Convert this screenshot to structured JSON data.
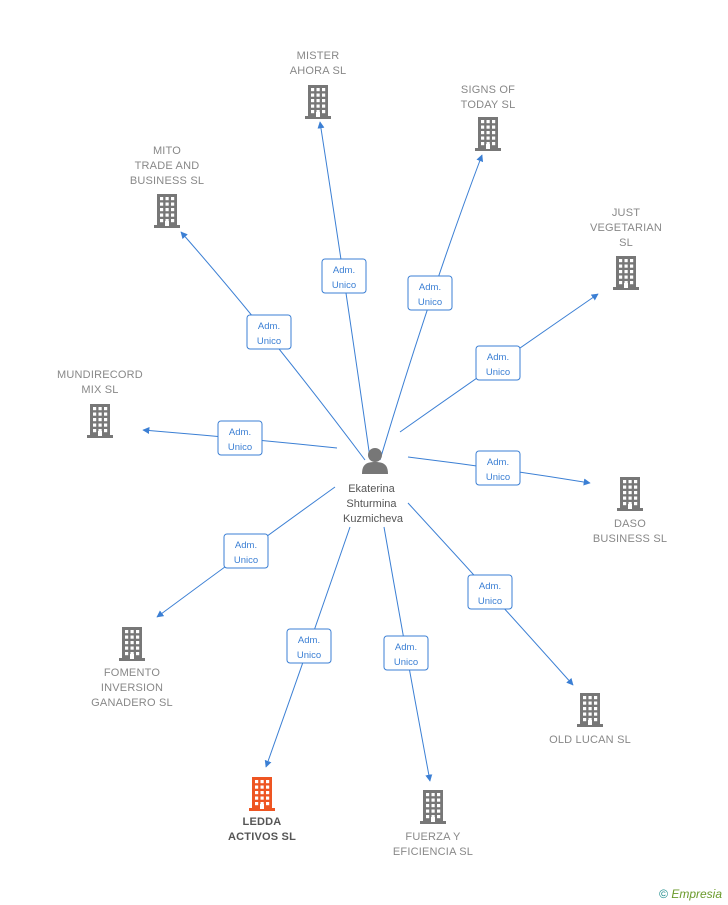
{
  "center": {
    "name_lines": [
      "Ekaterina",
      "Shturmina",
      "Kuzmicheva"
    ],
    "icon": "person-icon"
  },
  "colors": {
    "edge": "#3b7fd4",
    "building": "#777777",
    "highlight": "#ee5522"
  },
  "companies": [
    {
      "id": "mister-ahora",
      "lines": [
        "MISTER",
        "AHORA  SL"
      ],
      "role": [
        "Adm.",
        "Unico"
      ],
      "highlight": false
    },
    {
      "id": "signs-of-today",
      "lines": [
        "SIGNS OF",
        "TODAY  SL"
      ],
      "role": [
        "Adm.",
        "Unico"
      ],
      "highlight": false
    },
    {
      "id": "mito-trade",
      "lines": [
        "MITO",
        "TRADE AND",
        "BUSINESS  SL"
      ],
      "role": [
        "Adm.",
        "Unico"
      ],
      "highlight": false
    },
    {
      "id": "just-vegetarian",
      "lines": [
        "JUST",
        "VEGETARIAN",
        "SL"
      ],
      "role": [
        "Adm.",
        "Unico"
      ],
      "highlight": false
    },
    {
      "id": "mundirecord-mix",
      "lines": [
        "MUNDIRECORD",
        "MIX  SL"
      ],
      "role": [
        "Adm.",
        "Unico"
      ],
      "highlight": false
    },
    {
      "id": "daso-business",
      "lines": [
        "DASO",
        "BUSINESS  SL"
      ],
      "role": [
        "Adm.",
        "Unico"
      ],
      "highlight": false
    },
    {
      "id": "fomento-inversion",
      "lines": [
        "FOMENTO",
        "INVERSION",
        "GANADERO  SL"
      ],
      "role": [
        "Adm.",
        "Unico"
      ],
      "highlight": false
    },
    {
      "id": "old-lucan",
      "lines": [
        "OLD LUCAN  SL"
      ],
      "role": [
        "Adm.",
        "Unico"
      ],
      "highlight": false
    },
    {
      "id": "ledda-activos",
      "lines": [
        "LEDDA",
        "ACTIVOS  SL"
      ],
      "role": [
        "Adm.",
        "Unico"
      ],
      "highlight": true
    },
    {
      "id": "fuerza-eficiencia",
      "lines": [
        "FUERZA Y",
        "EFICIENCIA  SL"
      ],
      "role": [
        "Adm.",
        "Unico"
      ],
      "highlight": false
    }
  ],
  "footer": {
    "copyright": "©",
    "brand": "Empresia"
  }
}
